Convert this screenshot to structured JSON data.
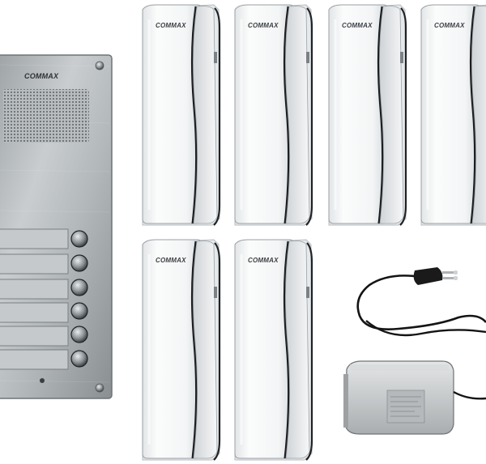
{
  "product": {
    "brand_label": "COMMAX",
    "panel_button_count": 6,
    "handset_count": 6
  },
  "colors": {
    "panel_steel_light": "#c4c8cb",
    "panel_steel_dark": "#8c9194",
    "handset_white": "#f4f6f7",
    "handset_shadow": "#1d1f22",
    "cable_black": "#141414",
    "psu_gray": "#c9cccd",
    "brand_text": "#3b3f44"
  }
}
